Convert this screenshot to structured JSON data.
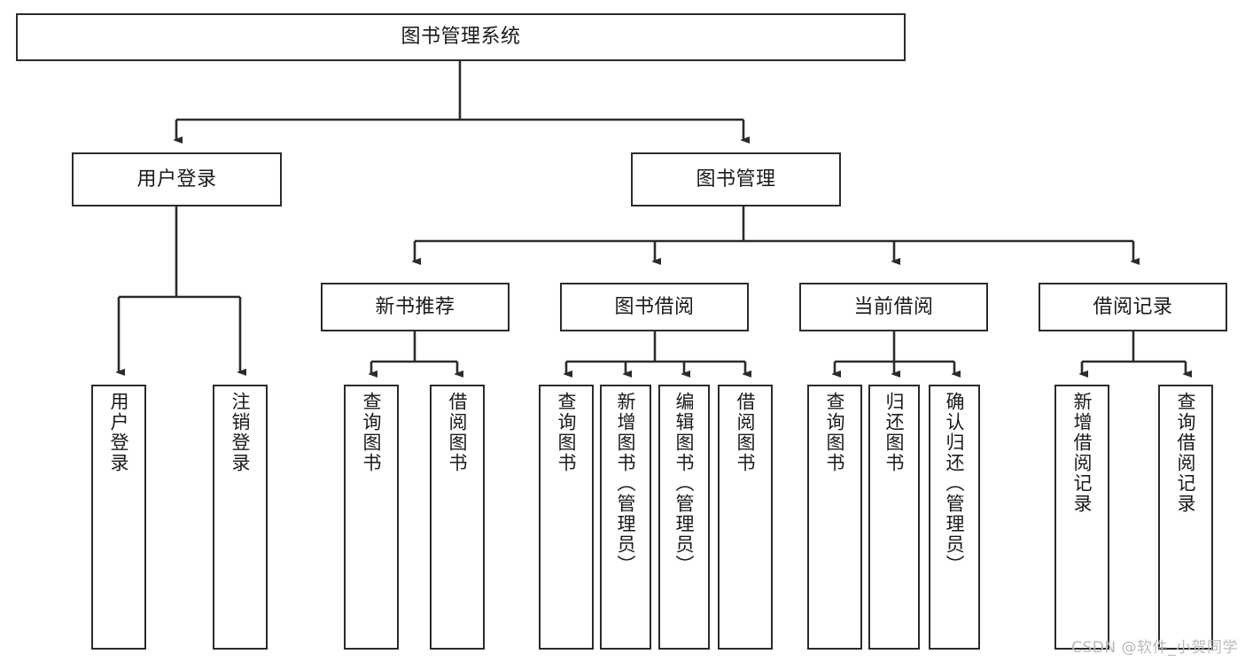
{
  "diagram": {
    "title": "图书管理系统",
    "watermark": "CSDN @软件_小贺同学",
    "stroke_color": "#2b2b2b",
    "fill_color": "#ffffff",
    "text_color": "#1a1a1a",
    "watermark_color": "#b9b9b9"
  },
  "nodes": {
    "root": {
      "label": "图书管理系统"
    },
    "level1": [
      {
        "label": "用户登录"
      },
      {
        "label": "图书管理"
      }
    ],
    "level2": [
      {
        "label": "新书推荐"
      },
      {
        "label": "图书借阅"
      },
      {
        "label": "当前借阅"
      },
      {
        "label": "借阅记录"
      }
    ],
    "leaves": {
      "user_login": [
        {
          "label": "用户登录"
        },
        {
          "label": "注销登录"
        }
      ],
      "new_book_rec": [
        {
          "label": "查询图书"
        },
        {
          "label": "借阅图书"
        }
      ],
      "book_borrow": [
        {
          "label": "查询图书"
        },
        {
          "label": "新增图书（管理员）"
        },
        {
          "label": "编辑图书（管理员）"
        },
        {
          "label": "借阅图书"
        }
      ],
      "current_borrow": [
        {
          "label": "查询图书"
        },
        {
          "label": "归还图书"
        },
        {
          "label": "确认归还（管理员）"
        }
      ],
      "borrow_record": [
        {
          "label": "新增借阅记录"
        },
        {
          "label": "查询借阅记录"
        }
      ]
    }
  },
  "chart_data": {
    "type": "tree-diagram",
    "title": "图书管理系统",
    "orientation": "top-down",
    "edges": [
      {
        "from": "图书管理系统",
        "to": "用户登录"
      },
      {
        "from": "图书管理系统",
        "to": "图书管理"
      },
      {
        "from": "用户登录",
        "to": "用户登录"
      },
      {
        "from": "用户登录",
        "to": "注销登录"
      },
      {
        "from": "图书管理",
        "to": "新书推荐"
      },
      {
        "from": "图书管理",
        "to": "图书借阅"
      },
      {
        "from": "图书管理",
        "to": "当前借阅"
      },
      {
        "from": "图书管理",
        "to": "借阅记录"
      },
      {
        "from": "新书推荐",
        "to": "查询图书"
      },
      {
        "from": "新书推荐",
        "to": "借阅图书"
      },
      {
        "from": "图书借阅",
        "to": "查询图书"
      },
      {
        "from": "图书借阅",
        "to": "新增图书（管理员）"
      },
      {
        "from": "图书借阅",
        "to": "编辑图书（管理员）"
      },
      {
        "from": "图书借阅",
        "to": "借阅图书"
      },
      {
        "from": "当前借阅",
        "to": "查询图书"
      },
      {
        "from": "当前借阅",
        "to": "归还图书"
      },
      {
        "from": "当前借阅",
        "to": "确认归还（管理员）"
      },
      {
        "from": "借阅记录",
        "to": "新增借阅记录"
      },
      {
        "from": "借阅记录",
        "to": "查询借阅记录"
      }
    ]
  }
}
